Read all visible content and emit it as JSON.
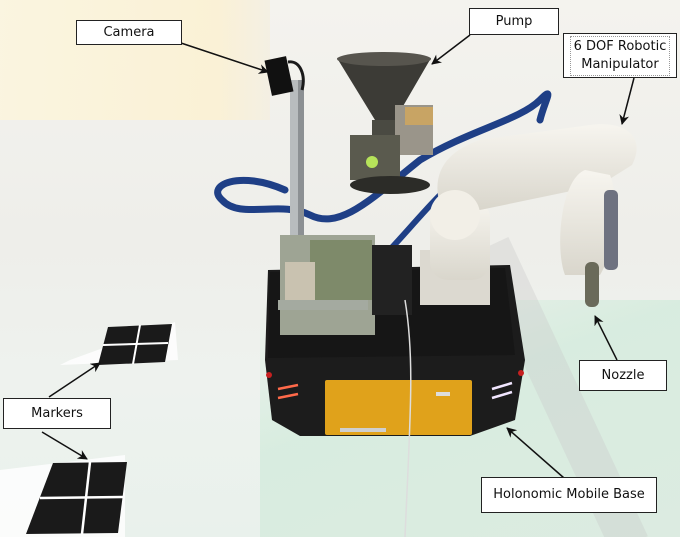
{
  "figure": {
    "type": "annotated-photo",
    "subject": "mobile 3D printing robot",
    "labels": {
      "camera": "Camera",
      "pump": "Pump",
      "manipulator_line1": "6 DOF Robotic",
      "manipulator_line2": "Manipulator",
      "nozzle": "Nozzle",
      "markers": "Markers",
      "base": "Holonomic Mobile Base"
    },
    "colors": {
      "base_panel": "#e0a21b",
      "base_body": "#1c1c1c",
      "arm": "#efece4",
      "hose": "#1f3f86",
      "hopper": "#3c3b36",
      "led_left": "#ff6a4a",
      "led_right": "#f1e6ff",
      "floor_tint": "#dcebe1"
    }
  }
}
